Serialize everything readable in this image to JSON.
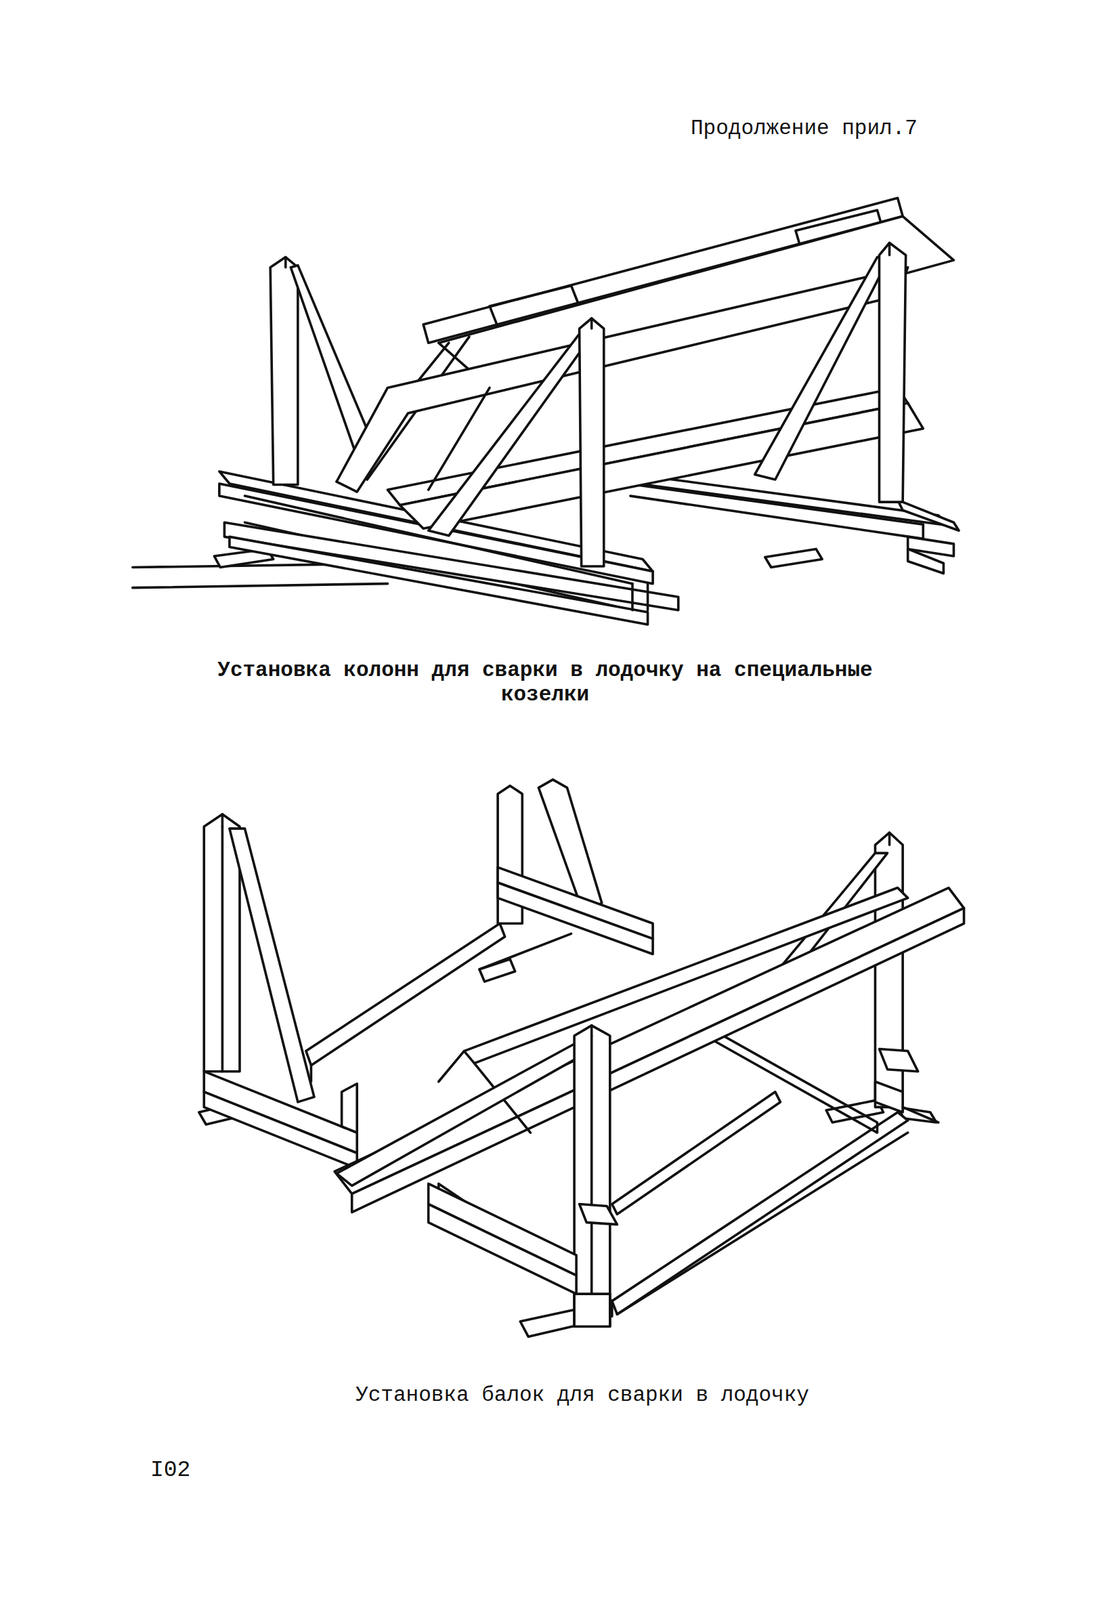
{
  "diagram": {
    "labels": [
      "Продолжение прил.7",
      "Установка колонн для сварки в лодочку на специальные козелки",
      "Установка балок для сварки в лодочку",
      "I02"
    ]
  }
}
